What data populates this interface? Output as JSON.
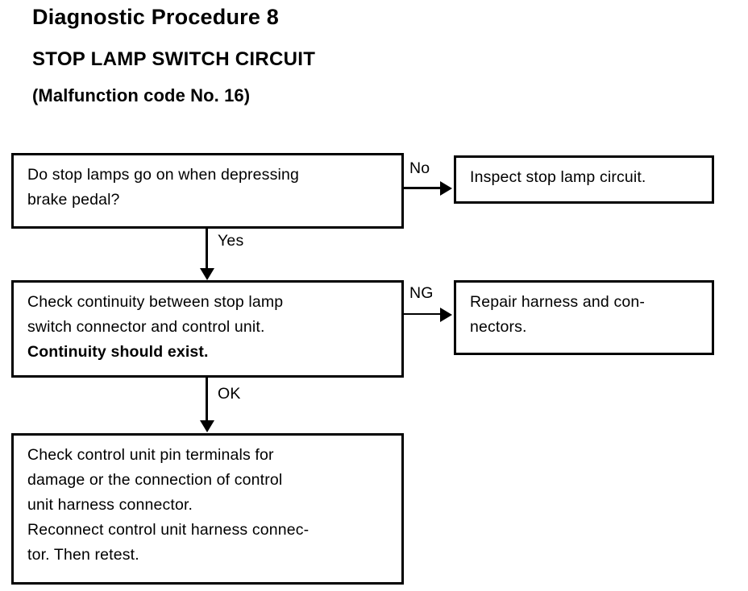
{
  "document": {
    "title": "Diagnostic Procedure 8",
    "subtitle": "STOP LAMP SWITCH CIRCUIT",
    "code_line": "(Malfunction code No. 16)"
  },
  "colors": {
    "ink": "#000000",
    "paper": "#ffffff"
  },
  "flowchart": {
    "type": "flowchart",
    "nodes": [
      {
        "id": "check-stop-lamps",
        "name": "box-check-stop-lamps",
        "lines": [
          {
            "text": "Do stop lamps go on when depressing",
            "bold": false
          },
          {
            "text": "brake pedal?",
            "bold": false
          }
        ]
      },
      {
        "id": "inspect-circuit",
        "name": "box-inspect-circuit",
        "lines": [
          {
            "text": "Inspect stop lamp circuit.",
            "bold": false
          }
        ]
      },
      {
        "id": "check-continuity",
        "name": "box-check-continuity",
        "lines": [
          {
            "text": "Check continuity between stop lamp",
            "bold": false
          },
          {
            "text": "switch connector and control unit.",
            "bold": false
          },
          {
            "text": "Continuity should exist.",
            "bold": true
          }
        ]
      },
      {
        "id": "repair-harness",
        "name": "box-repair-harness",
        "lines": [
          {
            "text": "Repair harness and con-",
            "bold": false
          },
          {
            "text": "nectors.",
            "bold": false
          }
        ]
      },
      {
        "id": "check-pin-terminals",
        "name": "box-check-pin-terminals",
        "lines": [
          {
            "text": "Check control unit pin terminals for",
            "bold": false
          },
          {
            "text": "damage or the connection of control",
            "bold": false
          },
          {
            "text": "unit harness connector.",
            "bold": false
          },
          {
            "text": "Reconnect control unit harness connec-",
            "bold": false
          },
          {
            "text": "tor. Then retest.",
            "bold": false
          }
        ]
      }
    ],
    "connectors": [
      {
        "id": "no",
        "label": "No",
        "from": "check-stop-lamps",
        "to": "inspect-circuit",
        "direction": "right"
      },
      {
        "id": "yes",
        "label": "Yes",
        "from": "check-stop-lamps",
        "to": "check-continuity",
        "direction": "down"
      },
      {
        "id": "ng",
        "label": "NG",
        "from": "check-continuity",
        "to": "repair-harness",
        "direction": "right"
      },
      {
        "id": "ok",
        "label": "OK",
        "from": "check-continuity",
        "to": "check-pin-terminals",
        "direction": "down"
      }
    ]
  }
}
